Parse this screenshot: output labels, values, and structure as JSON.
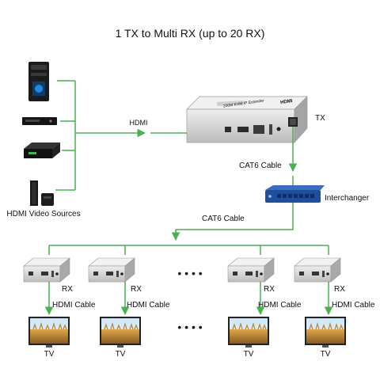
{
  "diagram": {
    "title": "1 TX to Multi RX (up to 20 RX)",
    "sources_label": "HDMI Video Sources",
    "source_icons": [
      "desktop-pc-icon",
      "dvd-player-icon",
      "set-top-box-icon",
      "game-console-icon"
    ],
    "hdmi_label": "HDMI",
    "tx_label": "TX",
    "tx_device_text": "200M KVM IP Extender",
    "tx_brand": "HDMI",
    "cat6_top_label": "CAT6 Cable",
    "switch_label": "Interchanger",
    "cat6_bottom_label": "CAT6 Cable",
    "ellipsis": "• • • •",
    "receivers": [
      {
        "rx_label": "RX",
        "cable_label": "HDMI Cable",
        "tv_label": "TV"
      },
      {
        "rx_label": "RX",
        "cable_label": "HDMI Cable",
        "tv_label": "TV"
      },
      {
        "rx_label": "RX",
        "cable_label": "HDMI Cable",
        "tv_label": "TV"
      },
      {
        "rx_label": "RX",
        "cable_label": "HDMI Cable",
        "tv_label": "TV"
      }
    ],
    "colors": {
      "line": "#4caf50",
      "switch": "#1f4f9c",
      "device": "#d6d6d6"
    }
  }
}
